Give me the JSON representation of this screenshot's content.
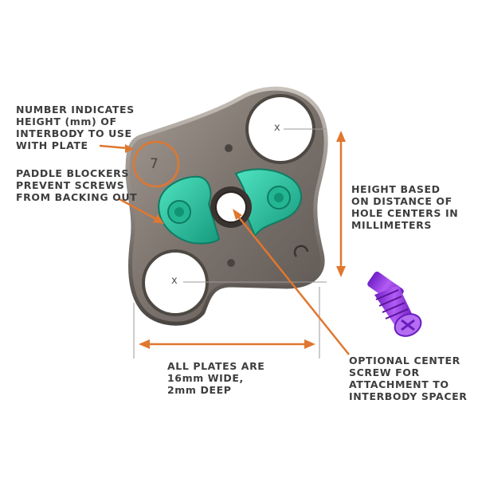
{
  "plate": {
    "number": "7",
    "hole_marker": "x"
  },
  "callouts": {
    "number_indicates": [
      "NUMBER INDICATES",
      "HEIGHT (mm) OF",
      "INTERBODY TO USE",
      "WITH PLATE"
    ],
    "paddle_blockers": [
      "PADDLE BLOCKERS",
      "PREVENT SCREWS",
      "FROM BACKING OUT"
    ],
    "height_based": [
      "HEIGHT BASED",
      "ON DISTANCE OF",
      "HOLE CENTERS IN",
      "MILLIMETERS"
    ],
    "all_plates": [
      "ALL PLATES ARE",
      "16mm WIDE,",
      "2mm DEEP"
    ],
    "optional_screw": [
      "OPTIONAL CENTER",
      "SCREW FOR",
      "ATTACHMENT TO",
      "INTERBODY SPACER"
    ]
  },
  "colors": {
    "accent_orange": "#e0772f",
    "plate_metal": "#8a817a",
    "paddle_green": "#2fc8a6",
    "screw_purple": "#9a3ee0",
    "label_text": "#3d3d3d"
  },
  "icons": {
    "plate": "bone-plate-image",
    "screw": "center-screw-image"
  }
}
